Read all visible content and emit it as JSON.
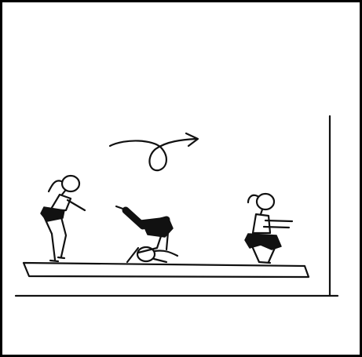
{
  "scene": {
    "subject": "gymnastics-forward-roll-sequence",
    "ink_color": "#111111",
    "background_color": "#ffffff",
    "icons": [
      "rotation-arrow-icon",
      "standing-gymnast",
      "rolling-gymnast",
      "squatting-gymnast",
      "balance-mat",
      "wall-line",
      "floor-line"
    ]
  }
}
